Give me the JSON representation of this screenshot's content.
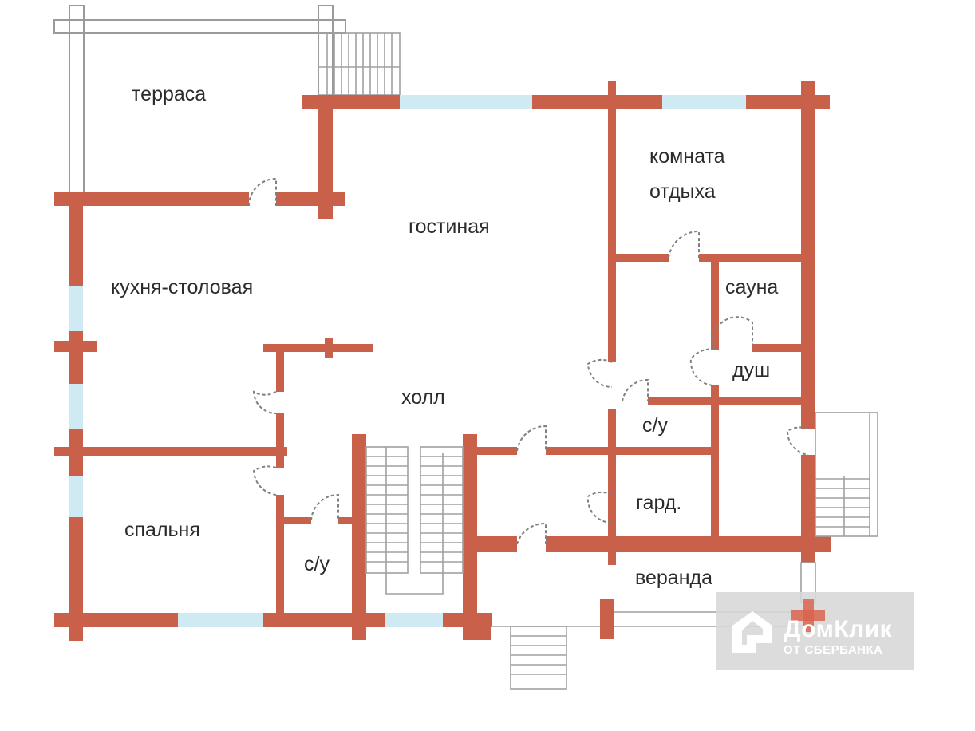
{
  "plan": {
    "colors": {
      "wall": "#c9604a",
      "window": "#cfeaf3",
      "outline": "#9a9a9a"
    },
    "rooms": [
      {
        "id": "terrace",
        "label": "терраса"
      },
      {
        "id": "living",
        "label": "гостиная"
      },
      {
        "id": "rest-room-1",
        "label": "комната"
      },
      {
        "id": "rest-room-2",
        "label": "отдыха"
      },
      {
        "id": "kitchen",
        "label": "кухня-столовая"
      },
      {
        "id": "sauna",
        "label": "сауна"
      },
      {
        "id": "shower",
        "label": "душ"
      },
      {
        "id": "hall",
        "label": "холл"
      },
      {
        "id": "wc-right",
        "label": "с/у"
      },
      {
        "id": "wardrobe",
        "label": "гард."
      },
      {
        "id": "bedroom",
        "label": "спальня"
      },
      {
        "id": "wc-left",
        "label": "с/у"
      },
      {
        "id": "veranda",
        "label": "веранда"
      }
    ]
  },
  "watermark": {
    "brand": "ДомКлик",
    "subtitle": "ОТ СБЕРБАНКА",
    "accent": "#d9644f"
  }
}
